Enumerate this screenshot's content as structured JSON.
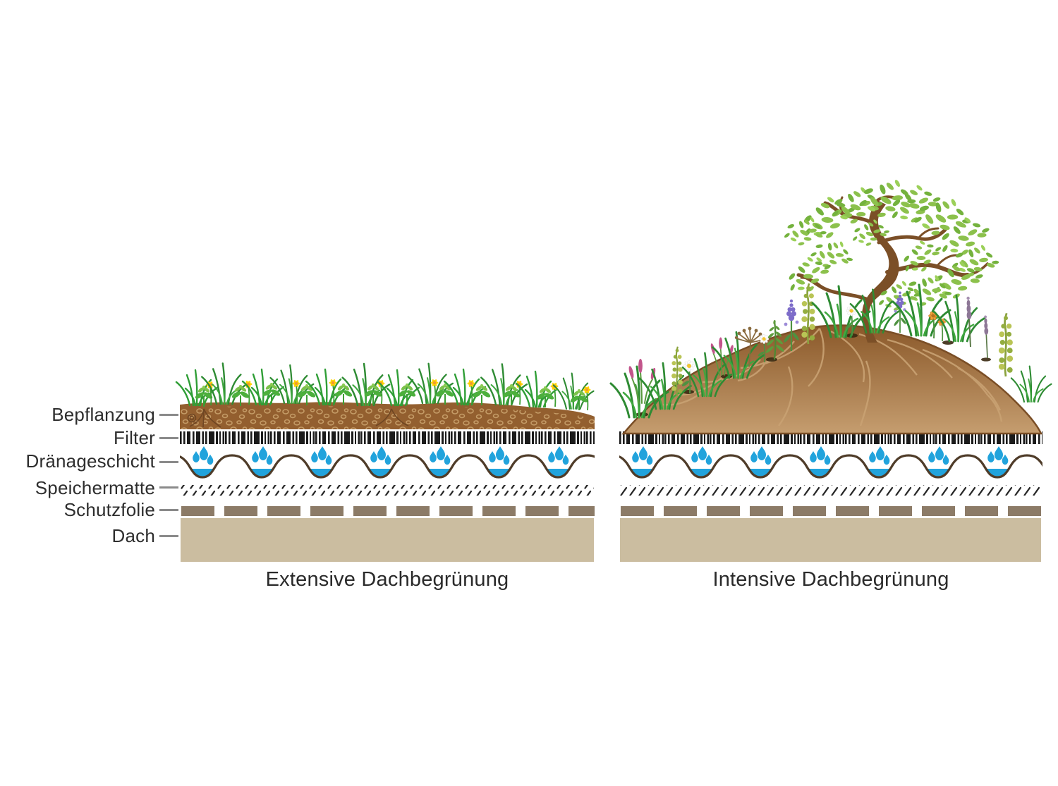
{
  "layer_labels": [
    {
      "id": "bepflanzung",
      "text": "Bepflanzung"
    },
    {
      "id": "filter",
      "text": "Filter"
    },
    {
      "id": "draenageschicht",
      "text": "Dränageschicht"
    },
    {
      "id": "speichermatte",
      "text": "Speichermatte"
    },
    {
      "id": "schutzfolie",
      "text": "Schutzfolie"
    },
    {
      "id": "dach",
      "text": "Dach"
    }
  ],
  "captions": {
    "extensive": "Extensive Dachbegrünung",
    "intensive": "Intensive Dachbegrünung"
  },
  "colors": {
    "label_text": "#2e2e2e",
    "leader_line": "#8a8a8a",
    "filter_bars": "#1b1b1b",
    "drainage_line": "#4f3c29",
    "water": "#21a3dc",
    "hatch_marks": "#262626",
    "protection_foil": "#8c7b67",
    "roof_deck": "#cbbda0",
    "soil": "#935f2f",
    "soil_light": "#c59d6f",
    "pebble_outline": "#c49b66",
    "root_vein": "#c9a273",
    "grass_green": "#2f9e36",
    "leaf_green": "#4caf3c",
    "flower_yellow": "#ffd400",
    "daisy_white": "#ffffff",
    "lavender_purple": "#7d6cc9",
    "pink_flower": "#c2558b",
    "orange_flower": "#f2a23a",
    "tree_trunk": "#7b4f27",
    "tree_leaves": "#8cc14c"
  }
}
